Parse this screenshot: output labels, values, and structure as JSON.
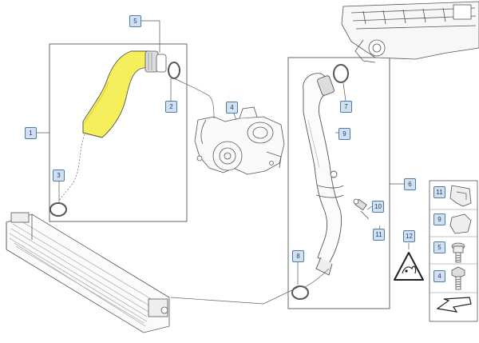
{
  "callouts": {
    "c1": "1",
    "c2": "2",
    "c3": "3",
    "c4": "4",
    "c5": "5",
    "c6": "6",
    "c7": "7",
    "c8": "8",
    "c9": "9",
    "c10": "10",
    "c11": "11",
    "c12": "12"
  },
  "legend": {
    "l11": "11",
    "l9": "9",
    "l5": "5",
    "l4": "4"
  },
  "colors": {
    "highlight_part": "#f6ef5c",
    "callout_fill": "#cfe1f2",
    "callout_border": "#4f7aa8",
    "line": "#444444"
  },
  "icons": {
    "warning": "warning-triangle-icon",
    "arrow": "down-left-arrow-icon"
  }
}
